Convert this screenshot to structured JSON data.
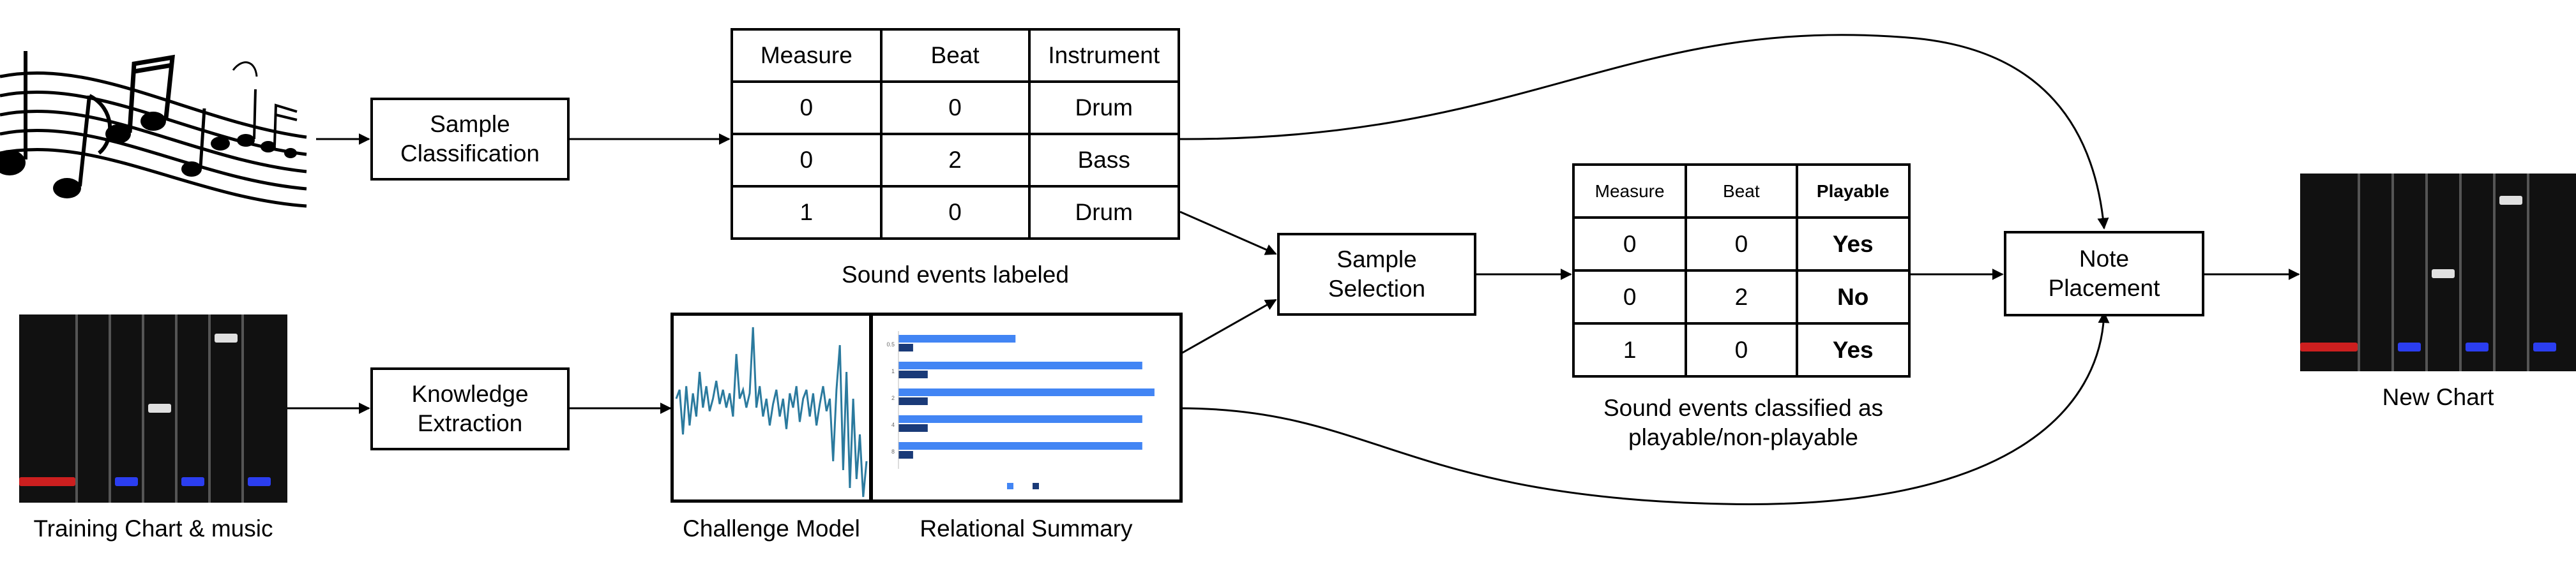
{
  "colors": {
    "line": "#000000",
    "bar_light": "#4285f4",
    "bar_dark": "#1a3a78",
    "challenge_line": "#2b7a9e",
    "chart_bg": "#111111",
    "note_red": "#cc1f1f",
    "note_blue": "#2b3ef0",
    "note_white": "#e0e0e0"
  },
  "icons": {
    "music_staff": "music-staff-with-notes-icon"
  },
  "nodes": {
    "sample_classification": "Sample\nClassification",
    "knowledge_extraction": "Knowledge\nExtraction",
    "sample_selection": "Sample\nSelection",
    "note_placement": "Note\nPlacement"
  },
  "captions": {
    "training": "Training Chart & music",
    "sound_labeled": "Sound events labeled",
    "challenge_model": "Challenge Model",
    "relational_summary": "Relational Summary",
    "sound_classified_line1": "Sound events classified as",
    "sound_classified_line2": "playable/non-playable",
    "new_chart": "New Chart"
  },
  "table_labeled": {
    "headers": [
      "Measure",
      "Beat",
      "Instrument"
    ],
    "rows": [
      [
        "0",
        "0",
        "Drum"
      ],
      [
        "0",
        "2",
        "Bass"
      ],
      [
        "1",
        "0",
        "Drum"
      ]
    ]
  },
  "table_classified": {
    "headers": [
      "Measure",
      "Beat",
      "Playable"
    ],
    "rows": [
      [
        "0",
        "0",
        "Yes"
      ],
      [
        "0",
        "2",
        "No"
      ],
      [
        "1",
        "0",
        "Yes"
      ]
    ]
  },
  "relational_summary_chart": {
    "type": "bar",
    "categories": [
      "0.5",
      "1",
      "2",
      "4",
      "8"
    ],
    "series": [
      {
        "values": [
          0.48,
          1.0,
          1.05,
          1.0,
          1.0
        ]
      },
      {
        "values": [
          0.06,
          0.12,
          0.12,
          0.12,
          0.06
        ]
      }
    ]
  },
  "challenge_model_chart": {
    "type": "line",
    "values": [
      0.55,
      0.6,
      0.35,
      0.62,
      0.4,
      0.58,
      0.45,
      0.7,
      0.5,
      0.62,
      0.48,
      0.55,
      0.65,
      0.52,
      0.6,
      0.5,
      0.58,
      0.45,
      0.8,
      0.55,
      0.6,
      0.5,
      0.58,
      0.95,
      0.5,
      0.62,
      0.45,
      0.55,
      0.4,
      0.52,
      0.6,
      0.45,
      0.55,
      0.38,
      0.58,
      0.5,
      0.62,
      0.42,
      0.55,
      0.6,
      0.45,
      0.58,
      0.4,
      0.52,
      0.62,
      0.48,
      0.55,
      0.2,
      0.6,
      0.85,
      0.15,
      0.7,
      0.05,
      0.55,
      0.1,
      0.35,
      0.0,
      0.2
    ]
  }
}
